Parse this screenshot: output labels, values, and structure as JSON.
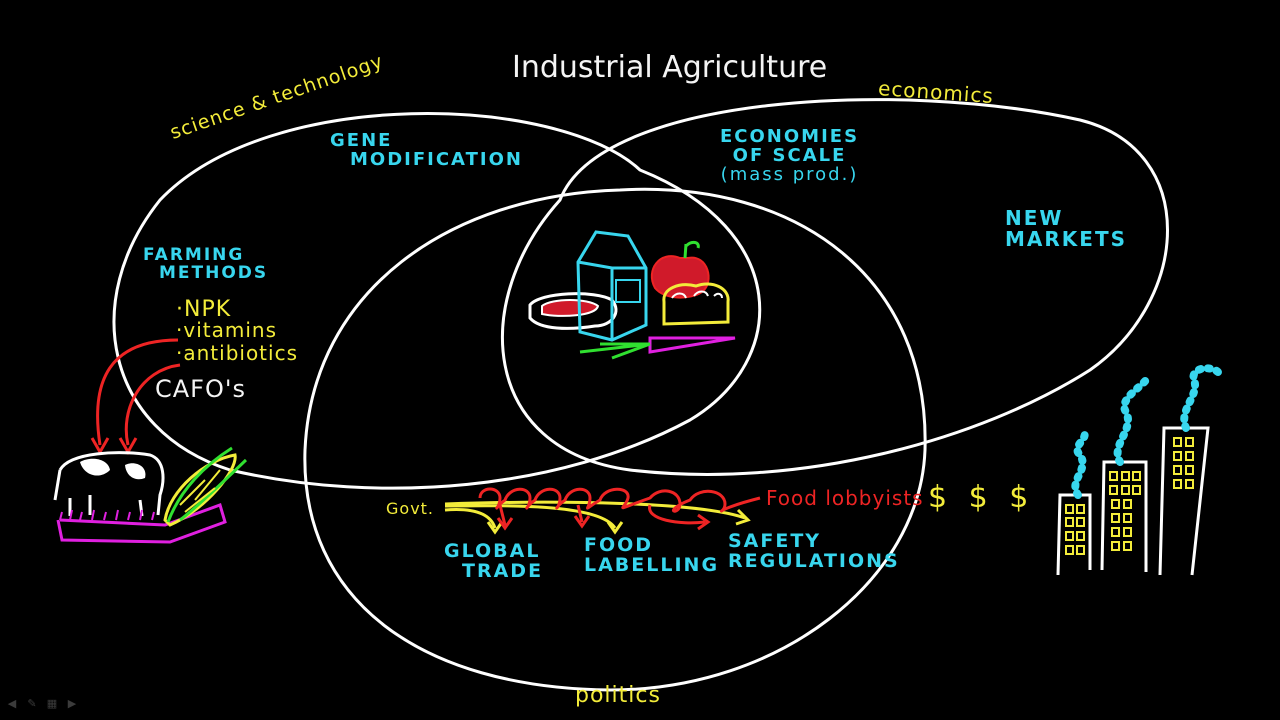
{
  "title": "Industrial Agriculture",
  "sets": {
    "science": "science & technology",
    "economics": "economics",
    "politics": "politics"
  },
  "science_items": {
    "gene_modification": [
      "GENE",
      "MODIFICATION"
    ],
    "farming_methods": [
      "FARMING",
      "METHODS"
    ],
    "npk": "NPK",
    "vitamins": "vitamins",
    "antibiotics": "antibiotics",
    "cafos": "CAFO's"
  },
  "economics_items": {
    "economies_of_scale": [
      "ECONOMIES",
      "OF SCALE",
      "(mass prod.)"
    ],
    "new_markets": [
      "NEW",
      "MARKETS"
    ],
    "dollars": "$ $ $"
  },
  "politics_items": {
    "govt": "Govt.",
    "food_lobbyists": "Food lobbyists",
    "global_trade": [
      "GLOBAL",
      "TRADE"
    ],
    "food_labelling": [
      "FOOD",
      "LABELLING"
    ],
    "safety_regulations": [
      "SAFETY",
      "REGULATIONS"
    ]
  },
  "colors": {
    "background": "#000000",
    "circle": "#ffffff",
    "label_yellow": "#f3ec3a",
    "label_cyan": "#38d6ee",
    "arrow_red": "#ee2424",
    "magenta": "#e020e0",
    "green": "#30e030"
  },
  "icons": [
    "meat-icon",
    "milk-carton-icon",
    "apple-icon",
    "bread-icon",
    "carrot-icon",
    "cow-icon",
    "corn-icon",
    "factory-icon"
  ],
  "toolbar": [
    "prev-arrow-icon",
    "pen-icon",
    "page-icon",
    "next-arrow-icon"
  ]
}
